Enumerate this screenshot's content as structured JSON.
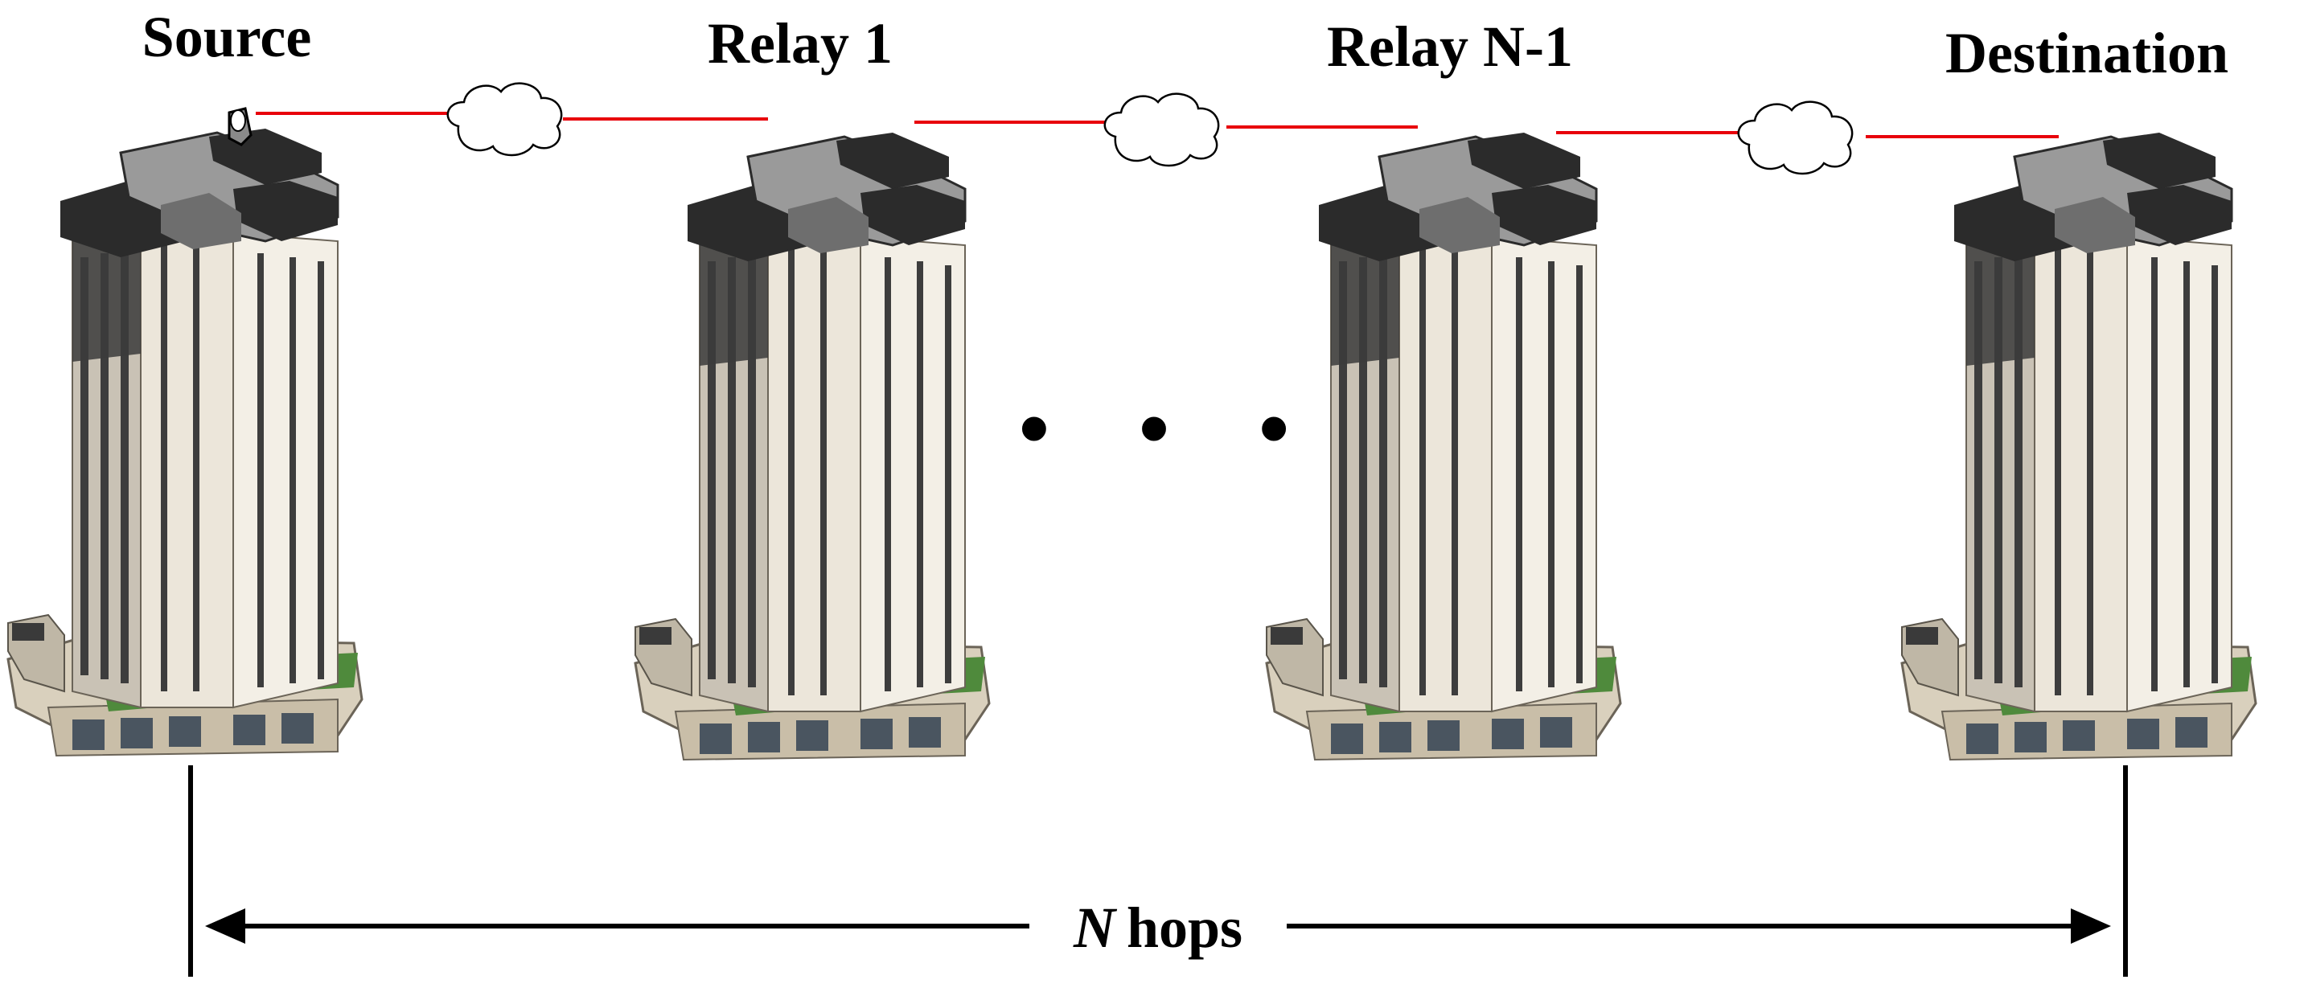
{
  "nodes": [
    {
      "label": "Source"
    },
    {
      "label": "Relay 1"
    },
    {
      "label": "Relay N-1"
    },
    {
      "label": "Destination"
    }
  ],
  "ellipsis": "• • •",
  "hops": {
    "n": "N",
    "label": "hops"
  },
  "colors": {
    "link": "#e8000b",
    "building_wall": "#ece6da",
    "building_shadow": "#c9c2b5",
    "roof": "#2b2b2b",
    "roof_top": "#9a9a9a",
    "window": "#3d3d3d",
    "podium": "#d9d0bd",
    "podium_glass": "#4a5560",
    "greenery": "#4f8a3c",
    "ink": "#000000"
  },
  "icons": [
    "cloud-icon",
    "antenna-icon",
    "building-icon",
    "double-arrow-icon"
  ]
}
